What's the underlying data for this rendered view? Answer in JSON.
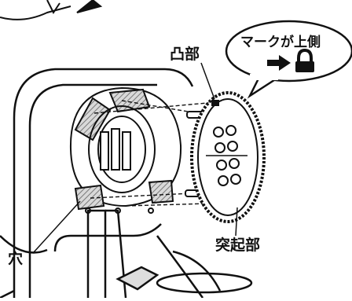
{
  "labels": {
    "protrusion": "凸部",
    "hole": "穴",
    "raised_part": "突起部",
    "bubble_text": "マークが上側"
  },
  "bubble_icons": [
    "arrow-right-icon",
    "padlock-icon"
  ],
  "colors": {
    "line": "#111111",
    "hatch": "#7a7a7a",
    "shade": "#bdbdbd",
    "background": "#ffffff"
  }
}
